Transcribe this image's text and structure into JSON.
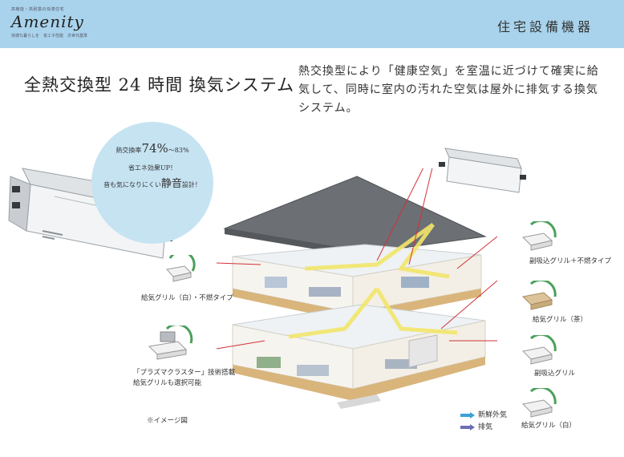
{
  "header": {
    "brand_tagline": "高機能・高耐震の快適住宅",
    "brand_name": "Amenity",
    "brand_sub": "快適な暮らしを　省エネ性能　次世代基準",
    "title": "住宅設備機器"
  },
  "main": {
    "title": "全熱交換型 24 時間 換気システム",
    "description": "熱交換型により「健康空気」を室温に近づけて確実に給気して、同時に室内の汚れた空気は屋外に排気する換気システム。"
  },
  "bubble": {
    "efficiency_prefix": "熱交換率",
    "efficiency_value": "74%",
    "efficiency_suffix": "〜83%",
    "line2": "省エネ効果UP！",
    "line3_prefix": "音も気になりにくい",
    "line3_big": "静音",
    "line3_suffix": "設計！"
  },
  "labels": {
    "supply_grille_white_nonflammable": "給気グリル（白）・不燃タイプ",
    "plasma_line1": "「プラズマクラスター」技術搭載",
    "plasma_line2": "給気グリルも選択可能",
    "image_note": "※イメージ図",
    "exhaust_grille_nonflammable": "副吸込グリル＋不燃タイプ",
    "supply_grille_brown": "給気グリル（茶）",
    "exhaust_grille": "副吸込グリル",
    "supply_grille_white": "給気グリル（白）"
  },
  "legend": {
    "fresh_air": "新鮮外気",
    "exhaust": "排気"
  },
  "colors": {
    "header_bg": "#a9d3ec",
    "bubble_bg": "#c6e3f2",
    "fresh_air_arrow": "#3aa0d8",
    "exhaust_arrow": "#6a6fb3",
    "pointer_line": "#d0323a",
    "roof": "#6c6f74",
    "floor_wood": "#d9b57c"
  }
}
